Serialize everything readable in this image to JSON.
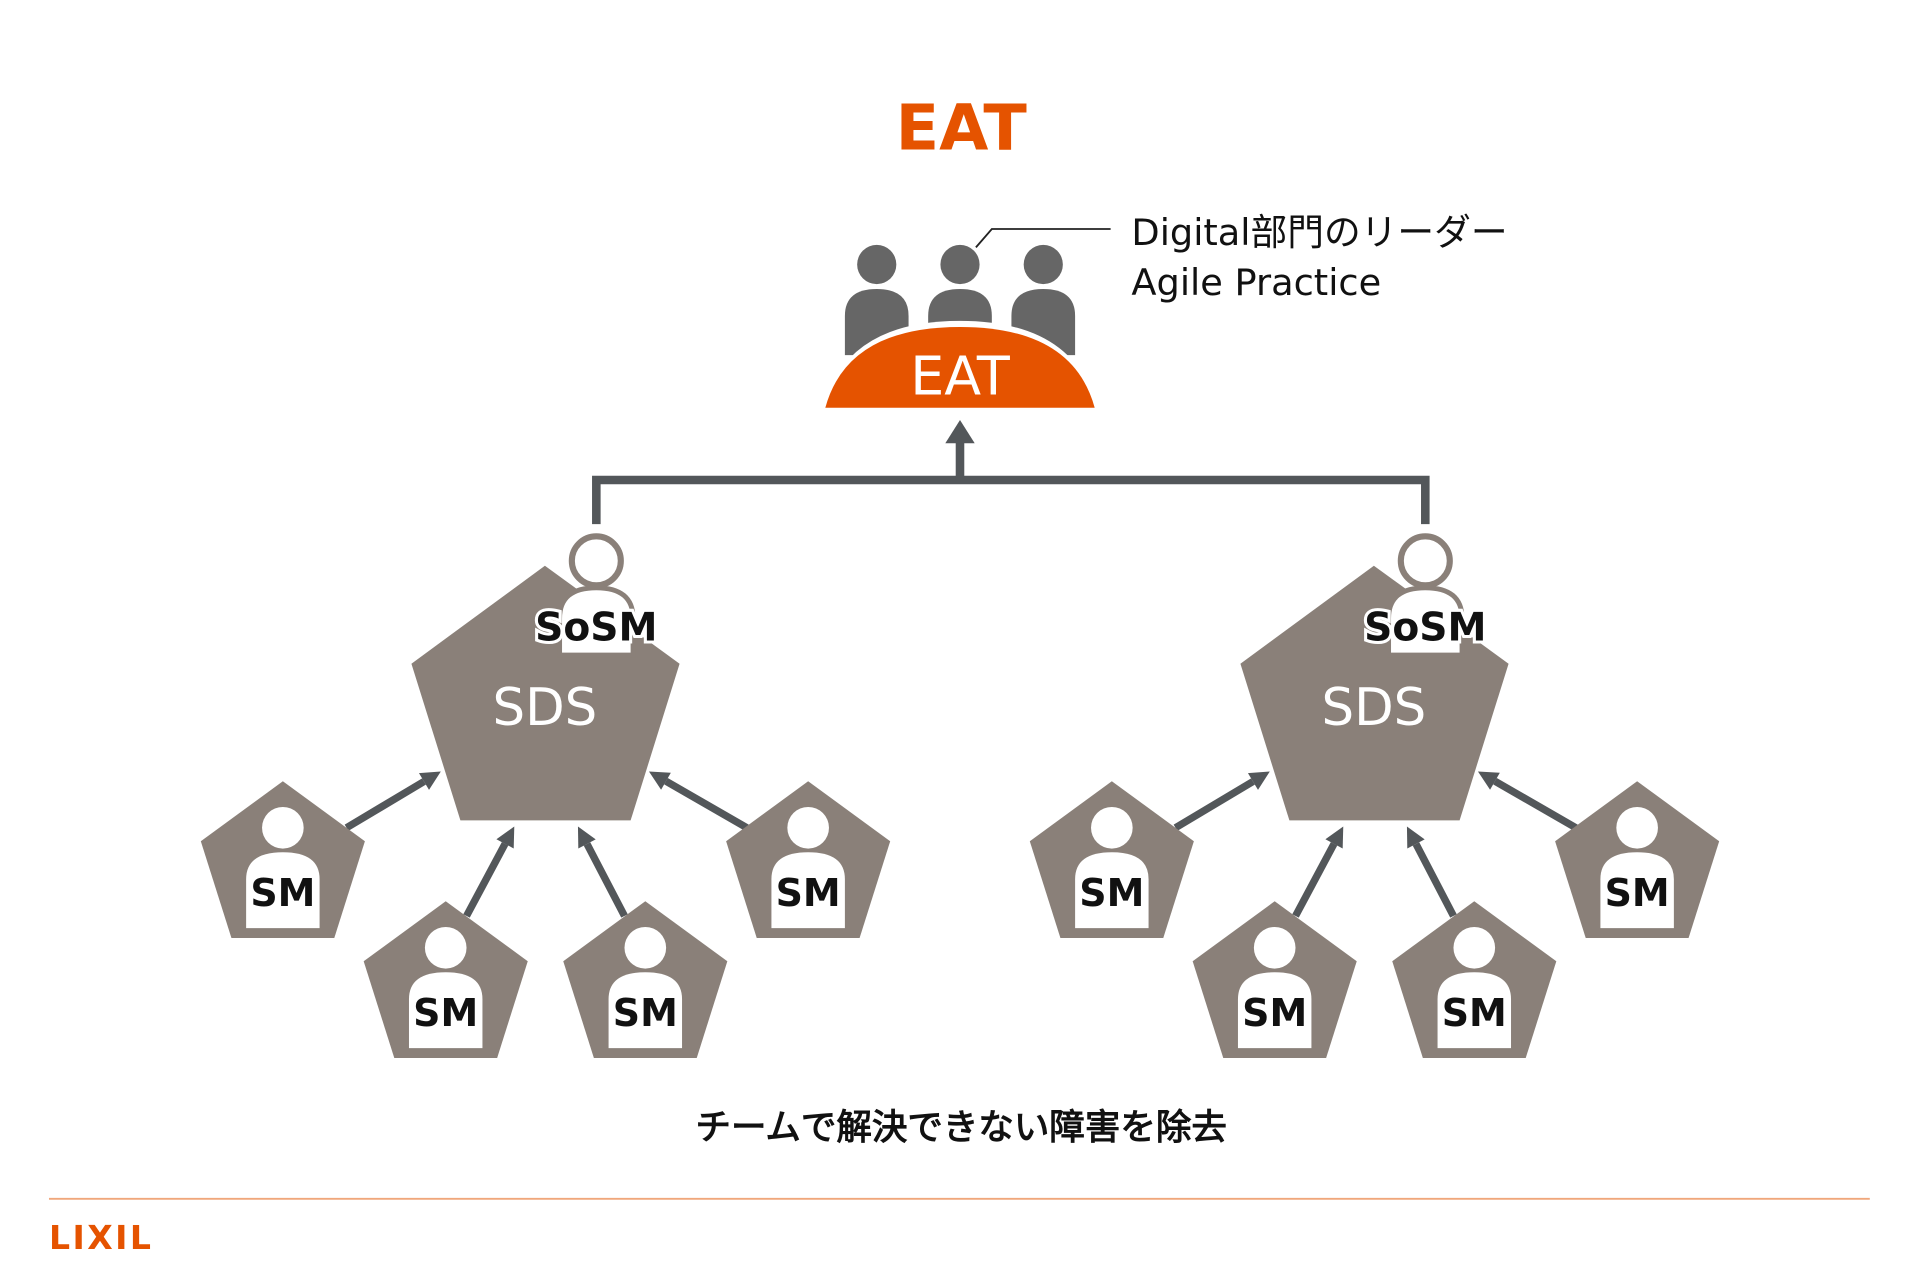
{
  "title": "EAT",
  "eat_table_label": "EAT",
  "callout": {
    "line1": "Digital部門のリーダー",
    "line2": "Agile Practice"
  },
  "groups": [
    {
      "hub_label": "SDS",
      "leader_label": "SoSM",
      "members": [
        "SM",
        "SM",
        "SM",
        "SM"
      ]
    },
    {
      "hub_label": "SDS",
      "leader_label": "SoSM",
      "members": [
        "SM",
        "SM",
        "SM",
        "SM"
      ]
    }
  ],
  "caption": "チームで解決できない障害を除去",
  "logo": "LIXIL",
  "colors": {
    "accent": "#E55300",
    "people": "#666666",
    "connector": "#53575A",
    "pentagon": "#8A8079",
    "rule": "#F0A77C"
  }
}
